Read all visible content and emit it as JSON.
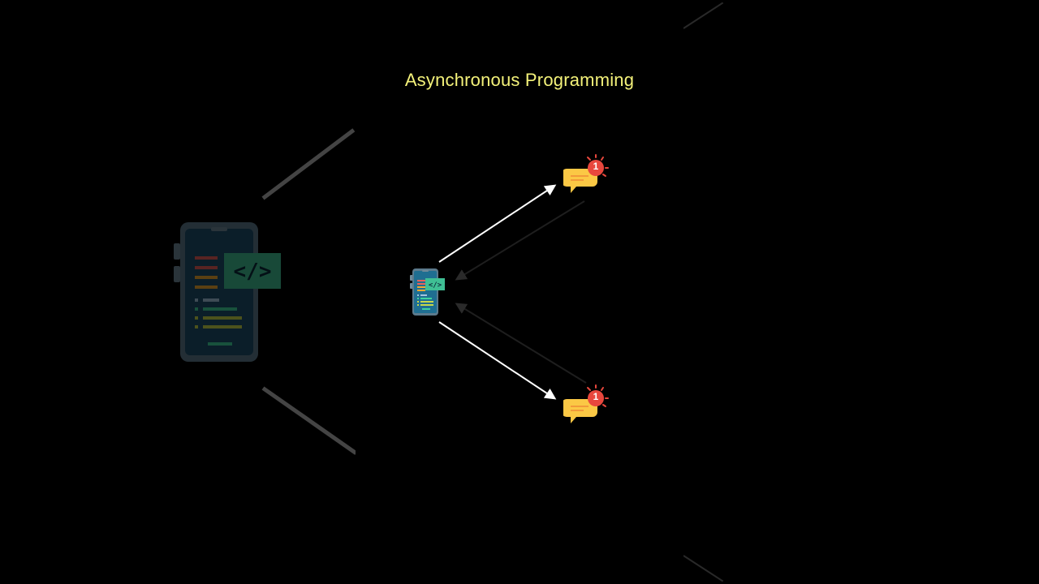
{
  "diagram": {
    "title": "Asynchronous Programming",
    "nodes": [
      {
        "id": "app",
        "icon": "mobile-code-icon"
      },
      {
        "id": "msg-top",
        "icon": "chat-notification-icon",
        "badge": "1"
      },
      {
        "id": "msg-bottom",
        "icon": "chat-notification-icon",
        "badge": "1"
      }
    ],
    "edges": [
      {
        "from": "app",
        "to": "msg-top",
        "style": "solid"
      },
      {
        "from": "app",
        "to": "msg-bottom",
        "style": "solid"
      },
      {
        "from": "msg-top",
        "to": "app",
        "style": "faint"
      },
      {
        "from": "msg-bottom",
        "to": "app",
        "style": "faint"
      }
    ]
  },
  "colors": {
    "title": "#f4f27a",
    "arrow": "#ffffff",
    "arrow_faint": "#1e1e1e",
    "bubble": "#fbc845",
    "badge": "#e8473d"
  }
}
